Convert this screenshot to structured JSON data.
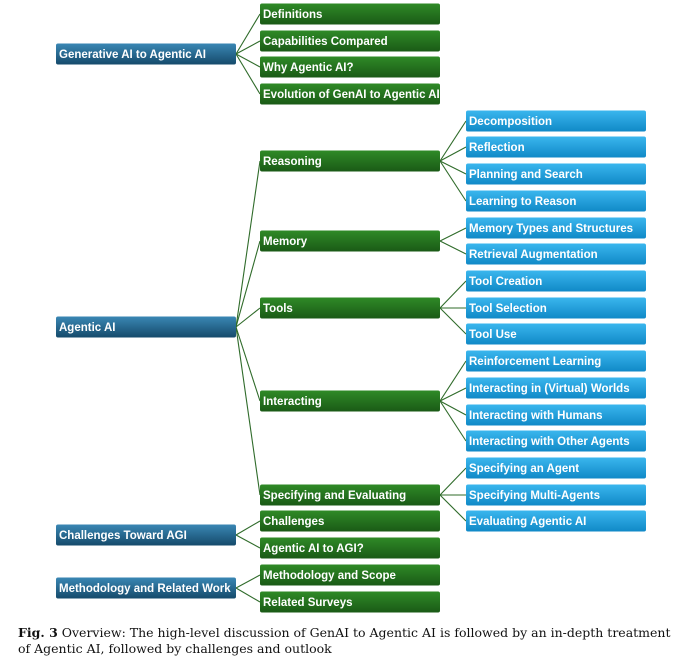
{
  "colors": {
    "root": "#1f5f86",
    "level1": "#26731f",
    "level2": "#199fdc",
    "connector": "#2f6b2a"
  },
  "roots": [
    {
      "label": "Generative AI to Agentic AI",
      "children": [
        {
          "label": "Definitions",
          "children": []
        },
        {
          "label": "Capabilities Compared",
          "children": []
        },
        {
          "label": "Why Agentic AI?",
          "children": []
        },
        {
          "label": "Evolution of GenAI to Agentic AI",
          "children": []
        }
      ]
    },
    {
      "label": "Agentic AI",
      "children": [
        {
          "label": "Reasoning",
          "children": [
            "Decomposition",
            "Reflection",
            "Planning and Search",
            "Learning to Reason"
          ]
        },
        {
          "label": "Memory",
          "children": [
            "Memory Types and Structures",
            "Retrieval Augmentation"
          ]
        },
        {
          "label": "Tools",
          "children": [
            "Tool Creation",
            "Tool Selection",
            "Tool Use"
          ]
        },
        {
          "label": "Interacting",
          "children": [
            "Reinforcement Learning",
            "Interacting in (Virtual) Worlds",
            "Interacting with Humans",
            "Interacting with Other Agents"
          ]
        },
        {
          "label": "Specifying and Evaluating",
          "children": [
            "Specifying an Agent",
            "Specifying Multi-Agents",
            "Evaluating Agentic AI"
          ]
        }
      ]
    },
    {
      "label": "Challenges Toward AGI",
      "children": [
        {
          "label": "Challenges",
          "children": []
        },
        {
          "label": "Agentic AI to AGI?",
          "children": []
        }
      ]
    },
    {
      "label": "Methodology and Related Work",
      "children": [
        {
          "label": "Methodology and Scope",
          "children": []
        },
        {
          "label": "Related Surveys",
          "children": []
        }
      ]
    }
  ],
  "caption": {
    "prefix": "Fig. 3",
    "text": " Overview: The high-level discussion of GenAI to Agentic AI is followed by an in-depth treatment of Agentic AI, followed by challenges and outlook"
  }
}
